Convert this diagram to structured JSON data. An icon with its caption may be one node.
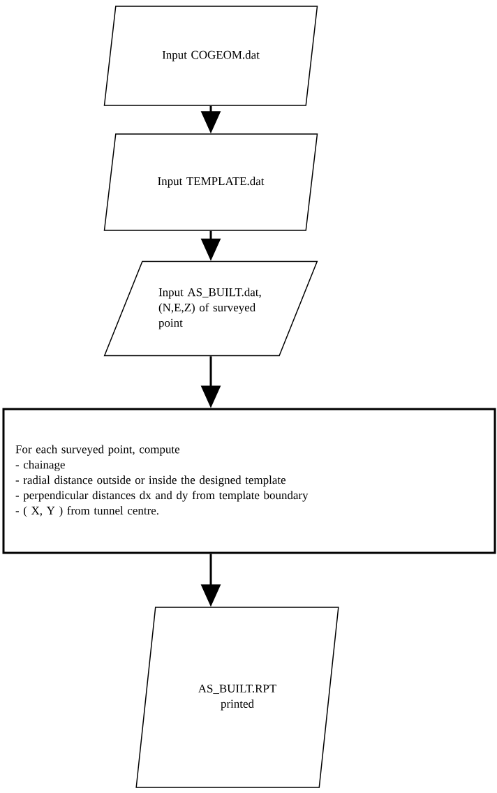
{
  "diagram": {
    "nodes": [
      {
        "text": [
          "Input COGEOM.dat"
        ]
      },
      {
        "text": [
          "Input TEMPLATE.dat"
        ]
      },
      {
        "text": [
          "Input AS_BUILT.dat, (N,E,Z) of surveyed point"
        ]
      },
      {
        "text": [
          "For each surveyed point, compute",
          "- chainage",
          "- radial distance outside or inside the designed template",
          "- perpendicular distances dx and dy from template boundary",
          "- ( X, Y ) from tunnel centre."
        ]
      },
      {
        "text": [
          "AS_BUILT.RPT printed"
        ]
      }
    ],
    "edges": [
      {
        "from": 0,
        "to": 1,
        "arrow": "to"
      },
      {
        "from": 1,
        "to": 2,
        "arrow": "to"
      },
      {
        "from": 2,
        "to": 3,
        "arrow": "to"
      },
      {
        "from": 3,
        "to": 4,
        "arrow": "to"
      }
    ]
  }
}
